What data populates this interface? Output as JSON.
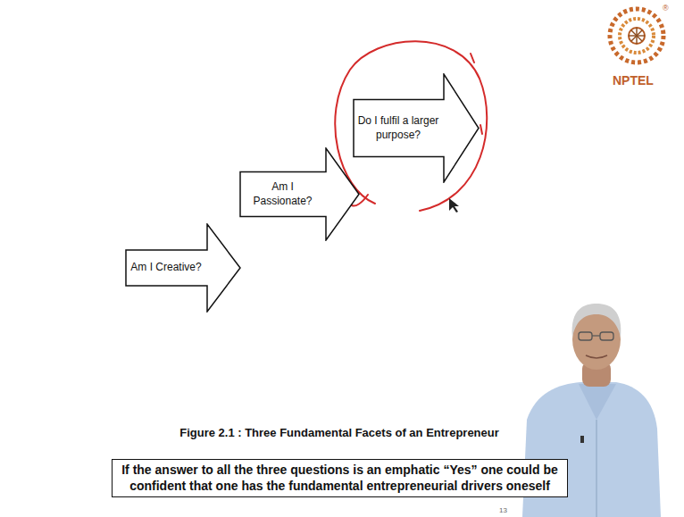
{
  "diagram": {
    "caption": "Figure 2.1 : Three Fundamental Facets of an Entrepreneur",
    "nodes": [
      {
        "text": [
          "Am I Creative?"
        ]
      },
      {
        "text": [
          "Am I Passionate?"
        ]
      },
      {
        "text": [
          "Do I fulfil a larger purpose?"
        ]
      },
      {
        "text": [
          "If the answer to all the three questions is an emphatic “Yes” one could be confident that one has the fundamental entrepreneurial drivers oneself"
        ]
      }
    ],
    "labels": [
      "NPTEL",
      "®",
      "13"
    ]
  }
}
